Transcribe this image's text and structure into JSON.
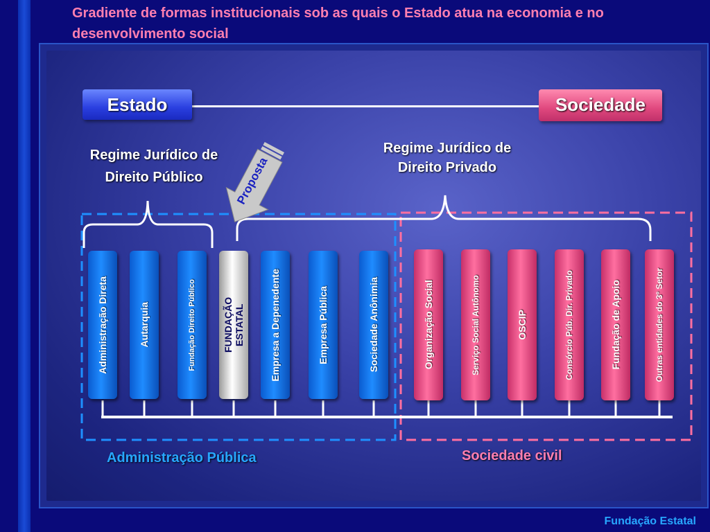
{
  "title": "Gradiente de formas institucionais sob as quais o Estado atua na economia e no desenvolvimento social",
  "estado": "Estado",
  "sociedade": "Sociedade",
  "regime_publico": "Regime Jurídico de Direito Público",
  "regime_privado": "Regime Jurídico de Direito Privado",
  "proposta": "Proposta",
  "admin_label": "Administração Pública",
  "civil_label": "Sociedade civil",
  "footer": "Fundação Estatal",
  "columns": [
    {
      "label": "Administração Direta",
      "color": "blue"
    },
    {
      "label": "Autarquia",
      "color": "blue"
    },
    {
      "label": "Fundação Direito Público",
      "color": "blue"
    },
    {
      "label": "FUNDAÇÃO ESTATAL",
      "color": "grey"
    },
    {
      "label": "Empresa a Depenedente",
      "color": "blue"
    },
    {
      "label": "Empresa Pública",
      "color": "blue"
    },
    {
      "label": "Sociedade Anônimia",
      "color": "blue"
    },
    {
      "label": "Organização Social",
      "color": "pink"
    },
    {
      "label": "Serviço Social Autônomo",
      "color": "pink"
    },
    {
      "label": "OSCIP",
      "color": "pink"
    },
    {
      "label": "Consórcio Púb. Dir. Privado",
      "color": "pink"
    },
    {
      "label": "Fundação de Apoio",
      "color": "pink"
    },
    {
      "label": "Outras entidades do 3º Setor",
      "color": "pink"
    }
  ],
  "colors": {
    "blue_accent": "#27a7ff",
    "pink_accent": "#ff7fb0",
    "admin_box_border": "#1e90ff",
    "civil_box_border": "#ff6f9f"
  }
}
